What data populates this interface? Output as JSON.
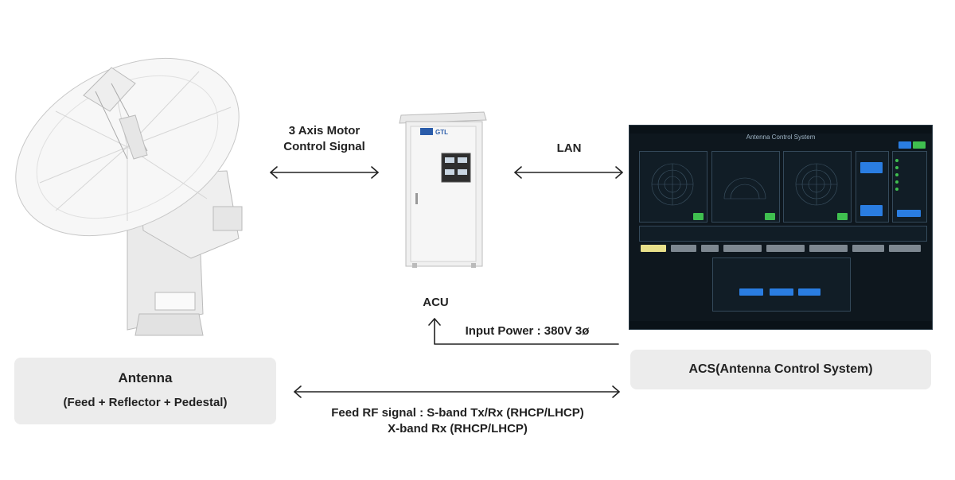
{
  "antenna_box": {
    "title": "Antenna",
    "subtitle": "(Feed + Reflector + Pedestal)"
  },
  "acs_box": {
    "title": "ACS(Antenna Control System)"
  },
  "acu_label": "ACU",
  "motor_signal": {
    "line1": "3 Axis Motor",
    "line2": "Control Signal"
  },
  "lan_label": "LAN",
  "input_power": "Input Power : 380V 3ø",
  "feed_rf": {
    "line1": "Feed RF signal : S-band Tx/Rx (RHCP/LHCP)",
    "line2": "X-band Rx (RHCP/LHCP)"
  },
  "acu_logo": "GTL",
  "acs_screen_title": "Antenna Control System",
  "colors": {
    "box_bg": "#ececec",
    "screen_bg": "#0e171e",
    "accent_green": "#3fbf4f",
    "accent_blue": "#2a7de1",
    "accent_yellow": "#e8e08a"
  }
}
